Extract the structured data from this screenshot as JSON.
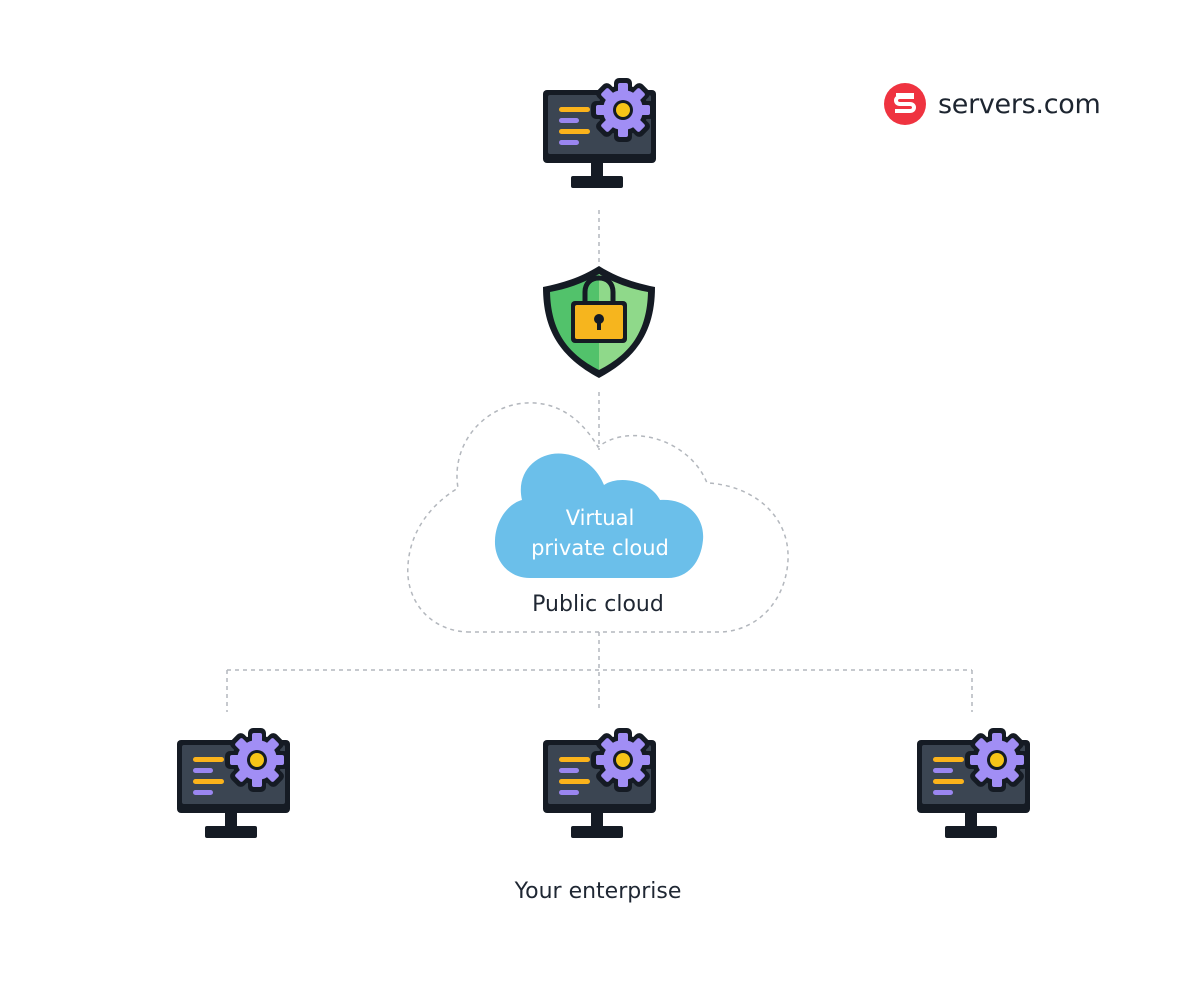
{
  "brand": {
    "name": "servers.com",
    "logo_letter": "S",
    "color": "#ef3340"
  },
  "nodes": {
    "top_workstation": {
      "icon": "monitor-gear-icon"
    },
    "security": {
      "icon": "shield-lock-icon"
    },
    "public_cloud": {
      "label": "Public cloud"
    },
    "vpc": {
      "line1": "Virtual",
      "line2": "private cloud"
    },
    "enterprise": {
      "label": "Your enterprise",
      "workstations": 3
    }
  },
  "colors": {
    "monitor_body": "#3b4552",
    "monitor_outline": "#151b24",
    "gear": "#a18ef5",
    "gear_center": "#f7c417",
    "code_orange": "#fbb31b",
    "code_purple": "#9a86f0",
    "shield_green": "#52c26b",
    "shield_light": "#8fd98a",
    "lock": "#f6b51e",
    "vpc_cloud": "#6bbfea",
    "dashed_line": "#b3b7bd"
  }
}
